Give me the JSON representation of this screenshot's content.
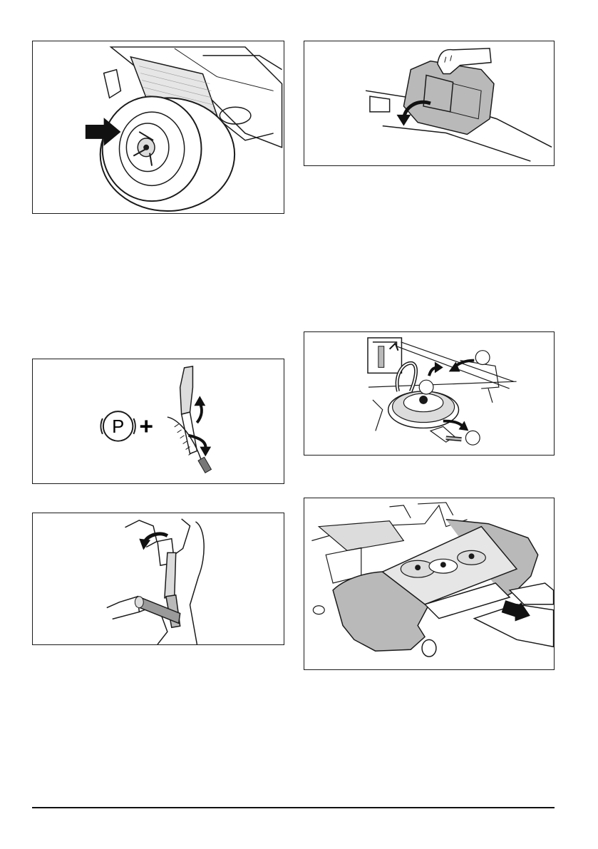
{
  "page": {
    "figures": [
      {
        "id": "wheel",
        "subject": "rear-wheel-with-arrow"
      },
      {
        "id": "cover",
        "subject": "hand-removing-cover"
      },
      {
        "id": "brake",
        "subject": "parking-brake-lever"
      },
      {
        "id": "belt",
        "subject": "belt-and-pulley-release"
      },
      {
        "id": "lever",
        "subject": "deck-lift-lever"
      },
      {
        "id": "deck",
        "subject": "pulling-out-cutting-deck"
      }
    ],
    "icons": {
      "parking_symbol": "P",
      "plus_symbol": "+"
    },
    "colors": {
      "line": "#1a1a1a",
      "grey_fill": "#b9b9b9",
      "light_fill": "#dcdcdc",
      "arrow": "#111111"
    }
  }
}
